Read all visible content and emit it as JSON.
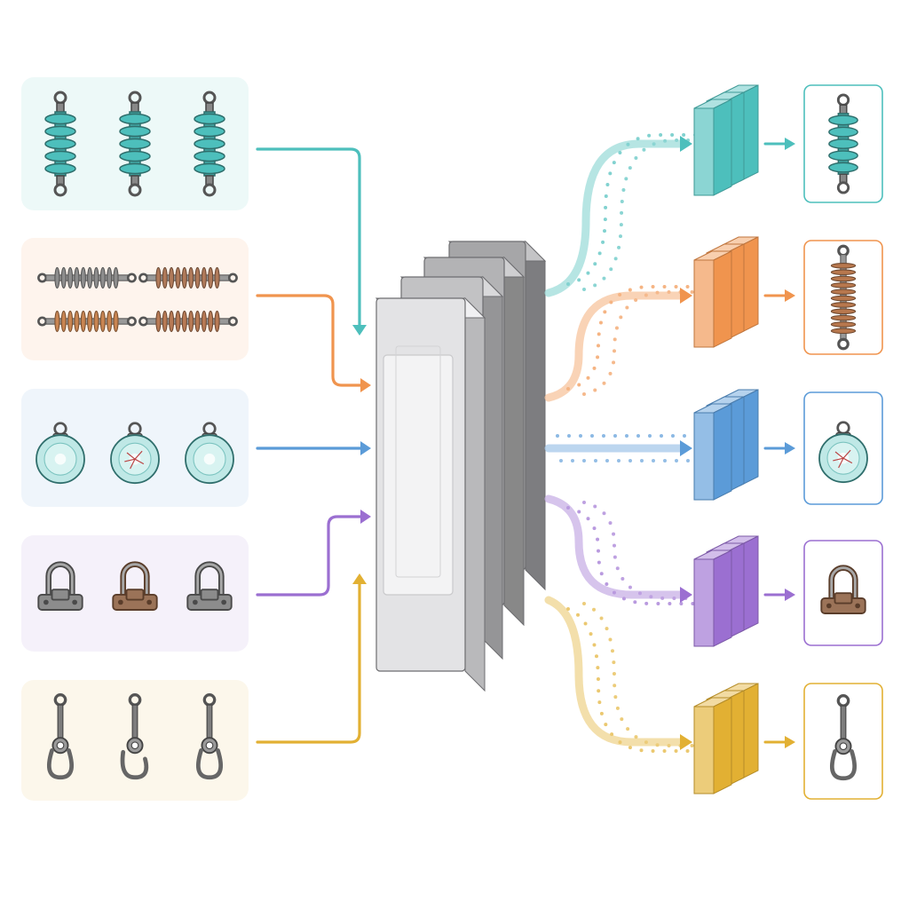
{
  "pipeline": {
    "categories": [
      {
        "id": "polymer-insulator",
        "color": "#4dbfbc",
        "input_icons": [
          "polymer-insulator-icon",
          "polymer-insulator-icon",
          "polymer-insulator-icon"
        ],
        "output_icon": "polymer-insulator-icon"
      },
      {
        "id": "composite-insulator",
        "color": "#f0944e",
        "input_icons": [
          "composite-insulator-icon",
          "composite-insulator-icon",
          "composite-insulator-icon",
          "composite-insulator-icon"
        ],
        "output_icon": "composite-insulator-icon"
      },
      {
        "id": "glass-insulator",
        "color": "#5b9bd8",
        "input_icons": [
          "glass-insulator-icon",
          "cracked-glass-insulator-icon",
          "glass-insulator-icon"
        ],
        "output_icon": "cracked-glass-insulator-icon"
      },
      {
        "id": "shackle-clamp",
        "color": "#9b6fd1",
        "input_icons": [
          "shackle-clamp-icon",
          "rusty-shackle-clamp-icon",
          "shackle-clamp-icon"
        ],
        "output_icon": "rusty-shackle-clamp-icon"
      },
      {
        "id": "hook-fitting",
        "color": "#e2b033",
        "input_icons": [
          "hook-fitting-icon",
          "broken-hook-fitting-icon",
          "hook-fitting-icon"
        ],
        "output_icon": "hook-fitting-icon"
      }
    ],
    "center_icon": "layered-model-icon"
  }
}
